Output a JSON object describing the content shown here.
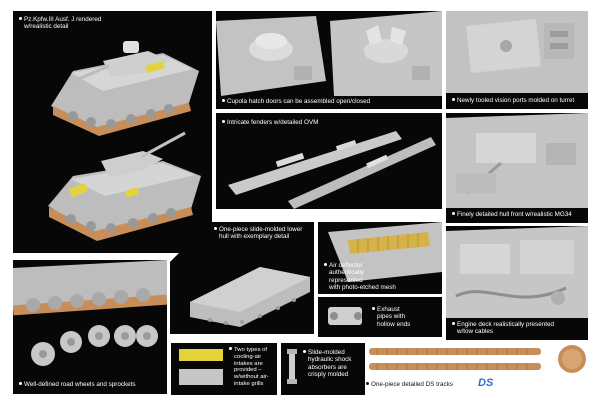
{
  "captions": {
    "realistic_detail": [
      "Pz.Kpfw.III Ausf. J rendered",
      "w/realistic detail"
    ],
    "cupola": [
      "Cupola hatch doors can be assembled open/closed"
    ],
    "vision_ports": [
      "Newly tooled vision ports molded on turret"
    ],
    "fenders": [
      "Intricate fenders w/detailed OVM"
    ],
    "hull_front": [
      "Finely detailed hull front w/realistic MG34"
    ],
    "lower_hull": [
      "One-piece slide-molded lower",
      "hull with exemplary detail"
    ],
    "air_deflector": [
      "Air deflector",
      "authentically",
      "represented",
      "with photo-etched mesh"
    ],
    "exhaust": [
      "Exhaust",
      "pipes with",
      "hollow ends"
    ],
    "engine_deck": [
      "Engine deck realistically presented",
      "w/tow cables"
    ],
    "road_wheels": [
      "Well-defined road wheels and sprockets"
    ],
    "cooling_intakes": [
      "Two types of",
      "cooling-air",
      "intakes are",
      "provided –",
      "w/without air-",
      "intake grills"
    ],
    "shock_absorbers": [
      "Slide-molded",
      "hydraulic shock",
      "absorbers are",
      "crisply molded"
    ],
    "tracks": [
      "One-piece detailed DS tracks"
    ]
  },
  "logo": {
    "ds_mark": "DS"
  },
  "colors": {
    "panel": "#070707",
    "model_gray": "#c9c9c9",
    "track_tan": "#c88e5a",
    "highlight_yellow": "#e6d23a",
    "ds_blue": "#2a6fd6"
  }
}
